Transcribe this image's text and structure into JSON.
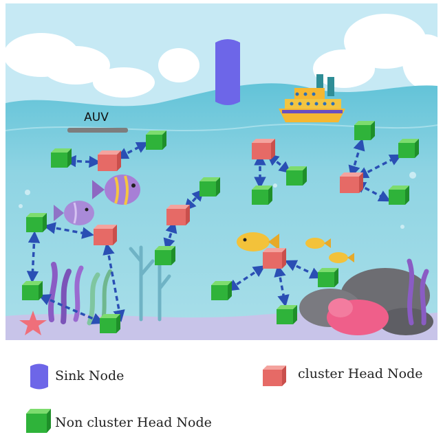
{
  "scene": {
    "auv_label": "AUV"
  },
  "legend": {
    "sink_node": "Sink Node",
    "cluster_head_node": "cluster Head Node",
    "non_cluster_head_node": "Non cluster Head Node"
  },
  "colors": {
    "sky": "#bfe6f3",
    "sea_surface": "#6fc7dc",
    "sea_deep": "#9bd8e5",
    "seabed": "#c9c6e8",
    "sink_node": "#7068e6",
    "cluster_head": "#e8746f",
    "non_cluster_head": "#3fbf3f",
    "arrow": "#2a4fb4"
  }
}
